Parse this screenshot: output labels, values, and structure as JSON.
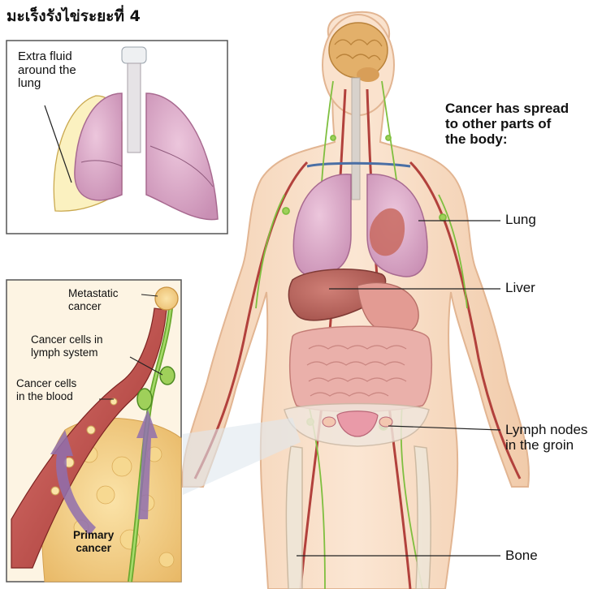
{
  "title": "มะเร็งรังไข่ระยะที่ 4",
  "headline": "Cancer has spread\nto other parts of\nthe body:",
  "body_labels": {
    "lung": "Lung",
    "liver": "Liver",
    "lymph_nodes": "Lymph nodes\nin the groin",
    "bone": "Bone"
  },
  "lung_inset": {
    "label": "Extra fluid\naround the\nlung"
  },
  "spread_inset": {
    "metastatic": "Metastatic\ncancer",
    "lymph_system": "Cancer cells in\nlymph system",
    "blood": "Cancer cells\nin the blood",
    "primary": "Primary\ncancer"
  },
  "colors": {
    "skin": "#f6d9bf",
    "skin_outline": "#e2b592",
    "lung": "#d9a6c6",
    "liver": "#b9665e",
    "intestine": "#e7a6a1",
    "brain": "#e3b06a",
    "vessel_red": "#c0504d",
    "lymph_green": "#7fbf3f",
    "fluid": "#fbf1c0",
    "tumor": "#f2cd82",
    "arrow_purple": "#8f6fae"
  }
}
